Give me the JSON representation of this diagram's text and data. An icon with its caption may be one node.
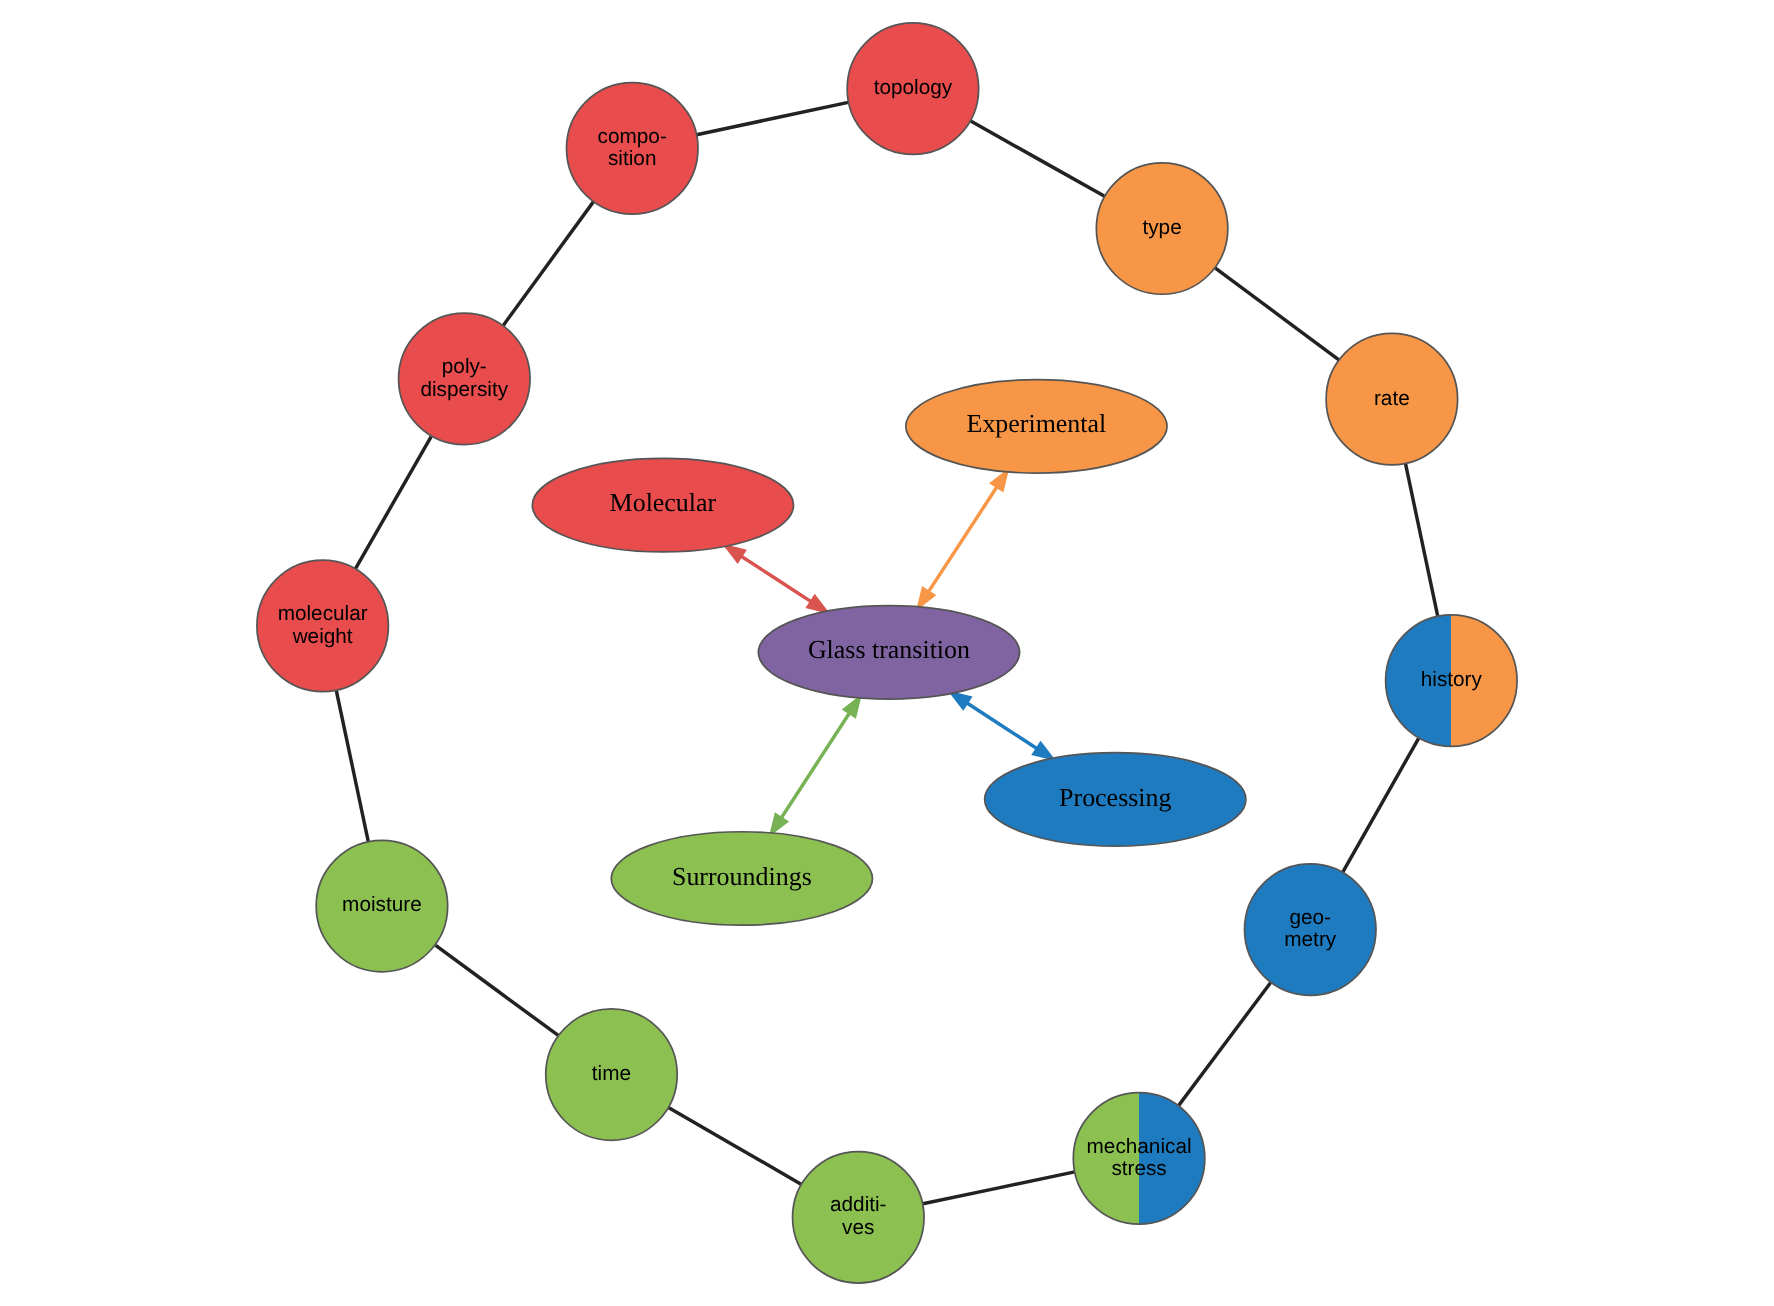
{
  "diagram": {
    "nodes": [
      {
        "text": [
          "molecular weight"
        ]
      },
      {
        "text": [
          "poly- dispersity"
        ]
      },
      {
        "text": [
          "compo- sition"
        ]
      },
      {
        "text": [
          "topology"
        ]
      },
      {
        "text": [
          "type"
        ]
      },
      {
        "text": [
          "rate"
        ]
      },
      {
        "text": [
          "history"
        ]
      },
      {
        "text": [
          "geo- metry"
        ]
      },
      {
        "text": [
          "mechanical stress"
        ]
      },
      {
        "text": [
          "additi- ves"
        ]
      },
      {
        "text": [
          "time"
        ]
      },
      {
        "text": [
          "moisture"
        ]
      },
      {
        "text": [
          "Molecular"
        ]
      },
      {
        "text": [
          "Experimental"
        ]
      },
      {
        "text": [
          "Glass transition"
        ]
      },
      {
        "text": [
          "Surroundings"
        ]
      },
      {
        "text": [
          "Processing"
        ]
      }
    ],
    "edges": [
      {
        "from": 0,
        "to": 1,
        "arrow": "none"
      },
      {
        "from": 1,
        "to": 2,
        "arrow": "none"
      },
      {
        "from": 2,
        "to": 3,
        "arrow": "none"
      },
      {
        "from": 3,
        "to": 4,
        "arrow": "none"
      },
      {
        "from": 4,
        "to": 5,
        "arrow": "none"
      },
      {
        "from": 5,
        "to": 6,
        "arrow": "none"
      },
      {
        "from": 6,
        "to": 7,
        "arrow": "none"
      },
      {
        "from": 7,
        "to": 8,
        "arrow": "none"
      },
      {
        "from": 8,
        "to": 9,
        "arrow": "none"
      },
      {
        "from": 9,
        "to": 10,
        "arrow": "none"
      },
      {
        "from": 10,
        "to": 11,
        "arrow": "none"
      },
      {
        "from": 11,
        "to": 0,
        "arrow": "none"
      },
      {
        "from": 14,
        "to": 12,
        "arrow": "both",
        "color": "#d9534f"
      },
      {
        "from": 14,
        "to": 13,
        "arrow": "both",
        "color": "#f79646"
      },
      {
        "from": 14,
        "to": 15,
        "arrow": "both",
        "color": "#77b255"
      },
      {
        "from": 14,
        "to": 16,
        "arrow": "both",
        "color": "#1f7bbf"
      }
    ]
  }
}
